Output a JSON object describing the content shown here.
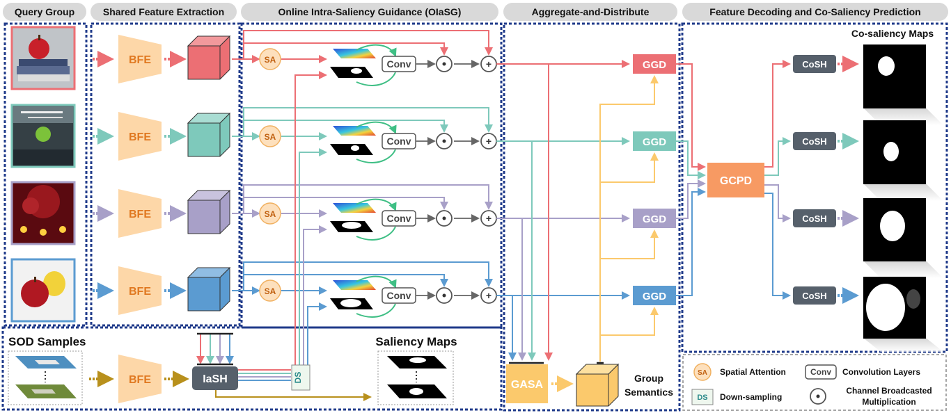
{
  "headers": [
    "Query Group",
    "Shared Feature Extraction",
    "Online Intra-Saliency Guidance (OIaSG)",
    "Aggregate-and-Distribute",
    "Feature Decoding and Co-Saliency Prediction"
  ],
  "modules": {
    "bfe": "BFE",
    "sa": "SA",
    "conv": "Conv",
    "mult": "⊙",
    "add": "+",
    "ggd": "GGD",
    "gcpd": "GCPD",
    "cosh": "CoSH",
    "iash": "IaSH",
    "ds": "DS",
    "gasa": "GASA"
  },
  "labels": {
    "co_saliency_maps": "Co-saliency Maps",
    "sod_samples": "SOD Samples",
    "saliency_maps": "Saliency Maps",
    "group_semantics_1": "Group",
    "group_semantics_2": "Semantics"
  },
  "legend": {
    "sa_symbol": "SA",
    "sa_text": "Spatial Attention",
    "conv_symbol": "Conv",
    "conv_text": "Convolution Layers",
    "ds_symbol": "DS",
    "ds_text": "Down-sampling",
    "mult_symbol": "⊙",
    "mult_text_1": "Channel Broadcasted",
    "mult_text_2": "Multiplication"
  },
  "colors": {
    "red": "#ec6f74",
    "teal": "#7ec9bb",
    "purple": "#a8a0c8",
    "blue": "#5b9bd1",
    "orange_block": "#fdd7a8",
    "bfe_text": "#e07820",
    "sa_fill": "#fde0bd",
    "gcpd": "#f79a63",
    "gasa": "#fbc96c",
    "dark": "#56606b",
    "olive": "#b8901c",
    "green_arc": "#3fbf85",
    "frame_blue": "#1f3a8a"
  }
}
